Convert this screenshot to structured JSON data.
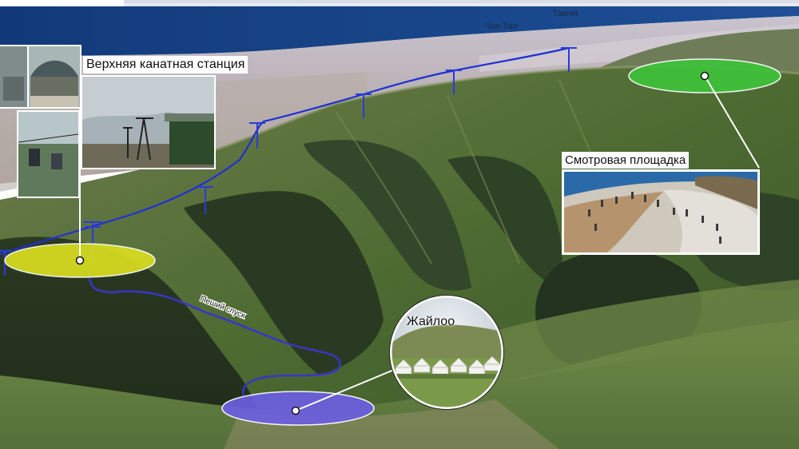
{
  "places": {
    "chok_tal": "Чок-Тал",
    "tamchi": "Тамчи"
  },
  "labels": {
    "upper_station": "Верхняя канатная станция",
    "viewing_platform": "Смотровая площадка",
    "jailoo": "Жайлоо",
    "hiking_trail": "Пеший спуск"
  },
  "colors": {
    "upper_station_zone": "#d9de1e",
    "viewing_platform_zone": "#3ec23a",
    "jailoo_zone": "#6b5fe0",
    "cable_line": "#1f2fd4",
    "trail_line": "#3a35c8"
  }
}
